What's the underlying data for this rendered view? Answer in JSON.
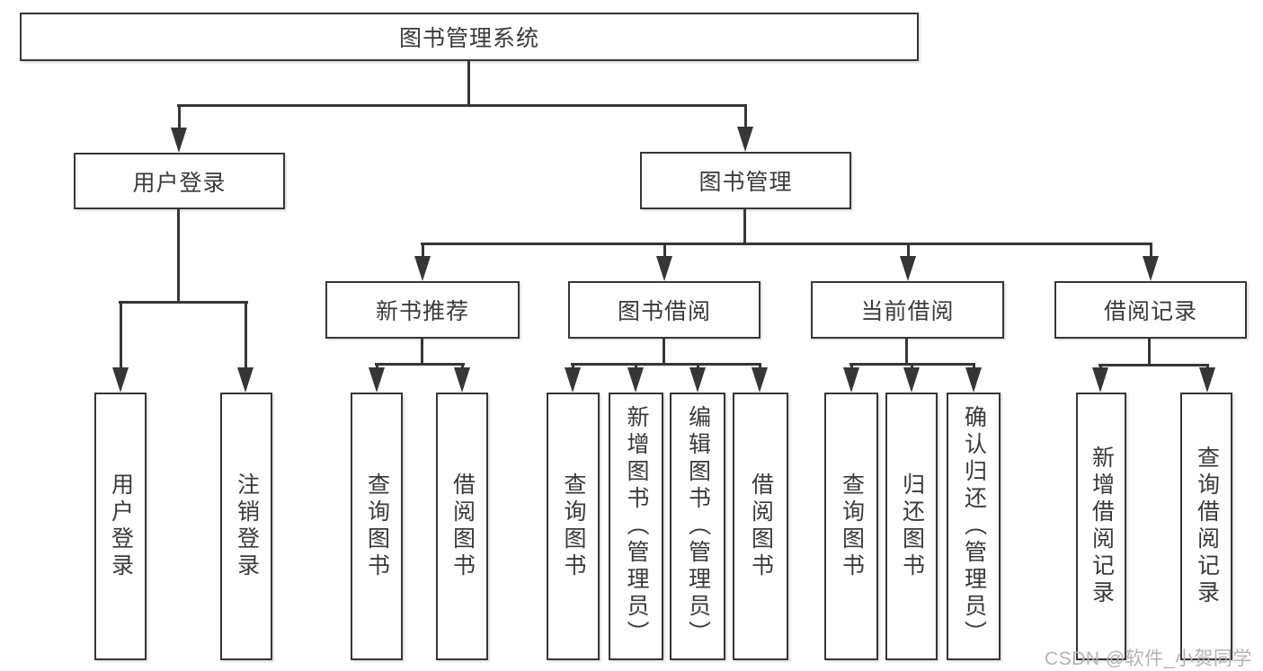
{
  "colors": {
    "line": "#363636",
    "text": "#3a3a3a",
    "watermark": "#b3b3b3"
  },
  "root": {
    "label": "图书管理系统"
  },
  "level2": {
    "user_login": {
      "label": "用户登录"
    },
    "book_mgmt": {
      "label": "图书管理"
    }
  },
  "user_login_children": [
    {
      "label": "用户登录"
    },
    {
      "label": "注销登录"
    }
  ],
  "level3": [
    {
      "label": "新书推荐",
      "children": [
        "查询图书",
        "借阅图书"
      ]
    },
    {
      "label": "图书借阅",
      "children": [
        "查询图书",
        "新增图书（管理员）",
        "编辑图书（管理员）",
        "借阅图书"
      ]
    },
    {
      "label": "当前借阅",
      "children": [
        "查询图书",
        "归还图书",
        "确认归还（管理员）"
      ]
    },
    {
      "label": "借阅记录",
      "children": [
        "新增借阅记录",
        "查询借阅记录"
      ]
    }
  ],
  "watermark": {
    "text": "CSDN @软件_小贺同学"
  }
}
